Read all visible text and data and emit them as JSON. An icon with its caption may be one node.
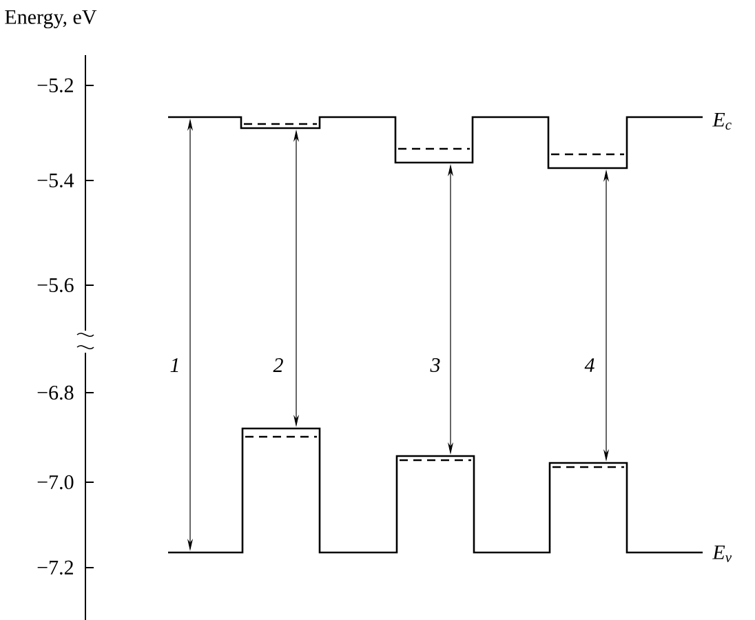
{
  "diagram": {
    "labels": [
      "Energy, eV",
      "−5.2",
      "−5.4",
      "−5.6",
      "−6.8",
      "−7.0",
      "−7.2",
      "1",
      "2",
      "3",
      "4",
      "E$_{c}$",
      "E$_{v}$"
    ]
  }
}
